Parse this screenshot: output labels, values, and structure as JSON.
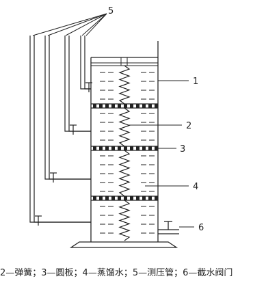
{
  "diagram": {
    "callouts": [
      {
        "id": "cylinder",
        "label": "1"
      },
      {
        "id": "spring",
        "label": "2"
      },
      {
        "id": "plate",
        "label": "3"
      },
      {
        "id": "water",
        "label": "4"
      },
      {
        "id": "manometer-tubes",
        "label": "5"
      },
      {
        "id": "shutoff-valve",
        "label": "6"
      }
    ]
  },
  "caption": "2—弹簧；3—圆板；4—蒸馏水；5—测压管；6—截水阀门"
}
